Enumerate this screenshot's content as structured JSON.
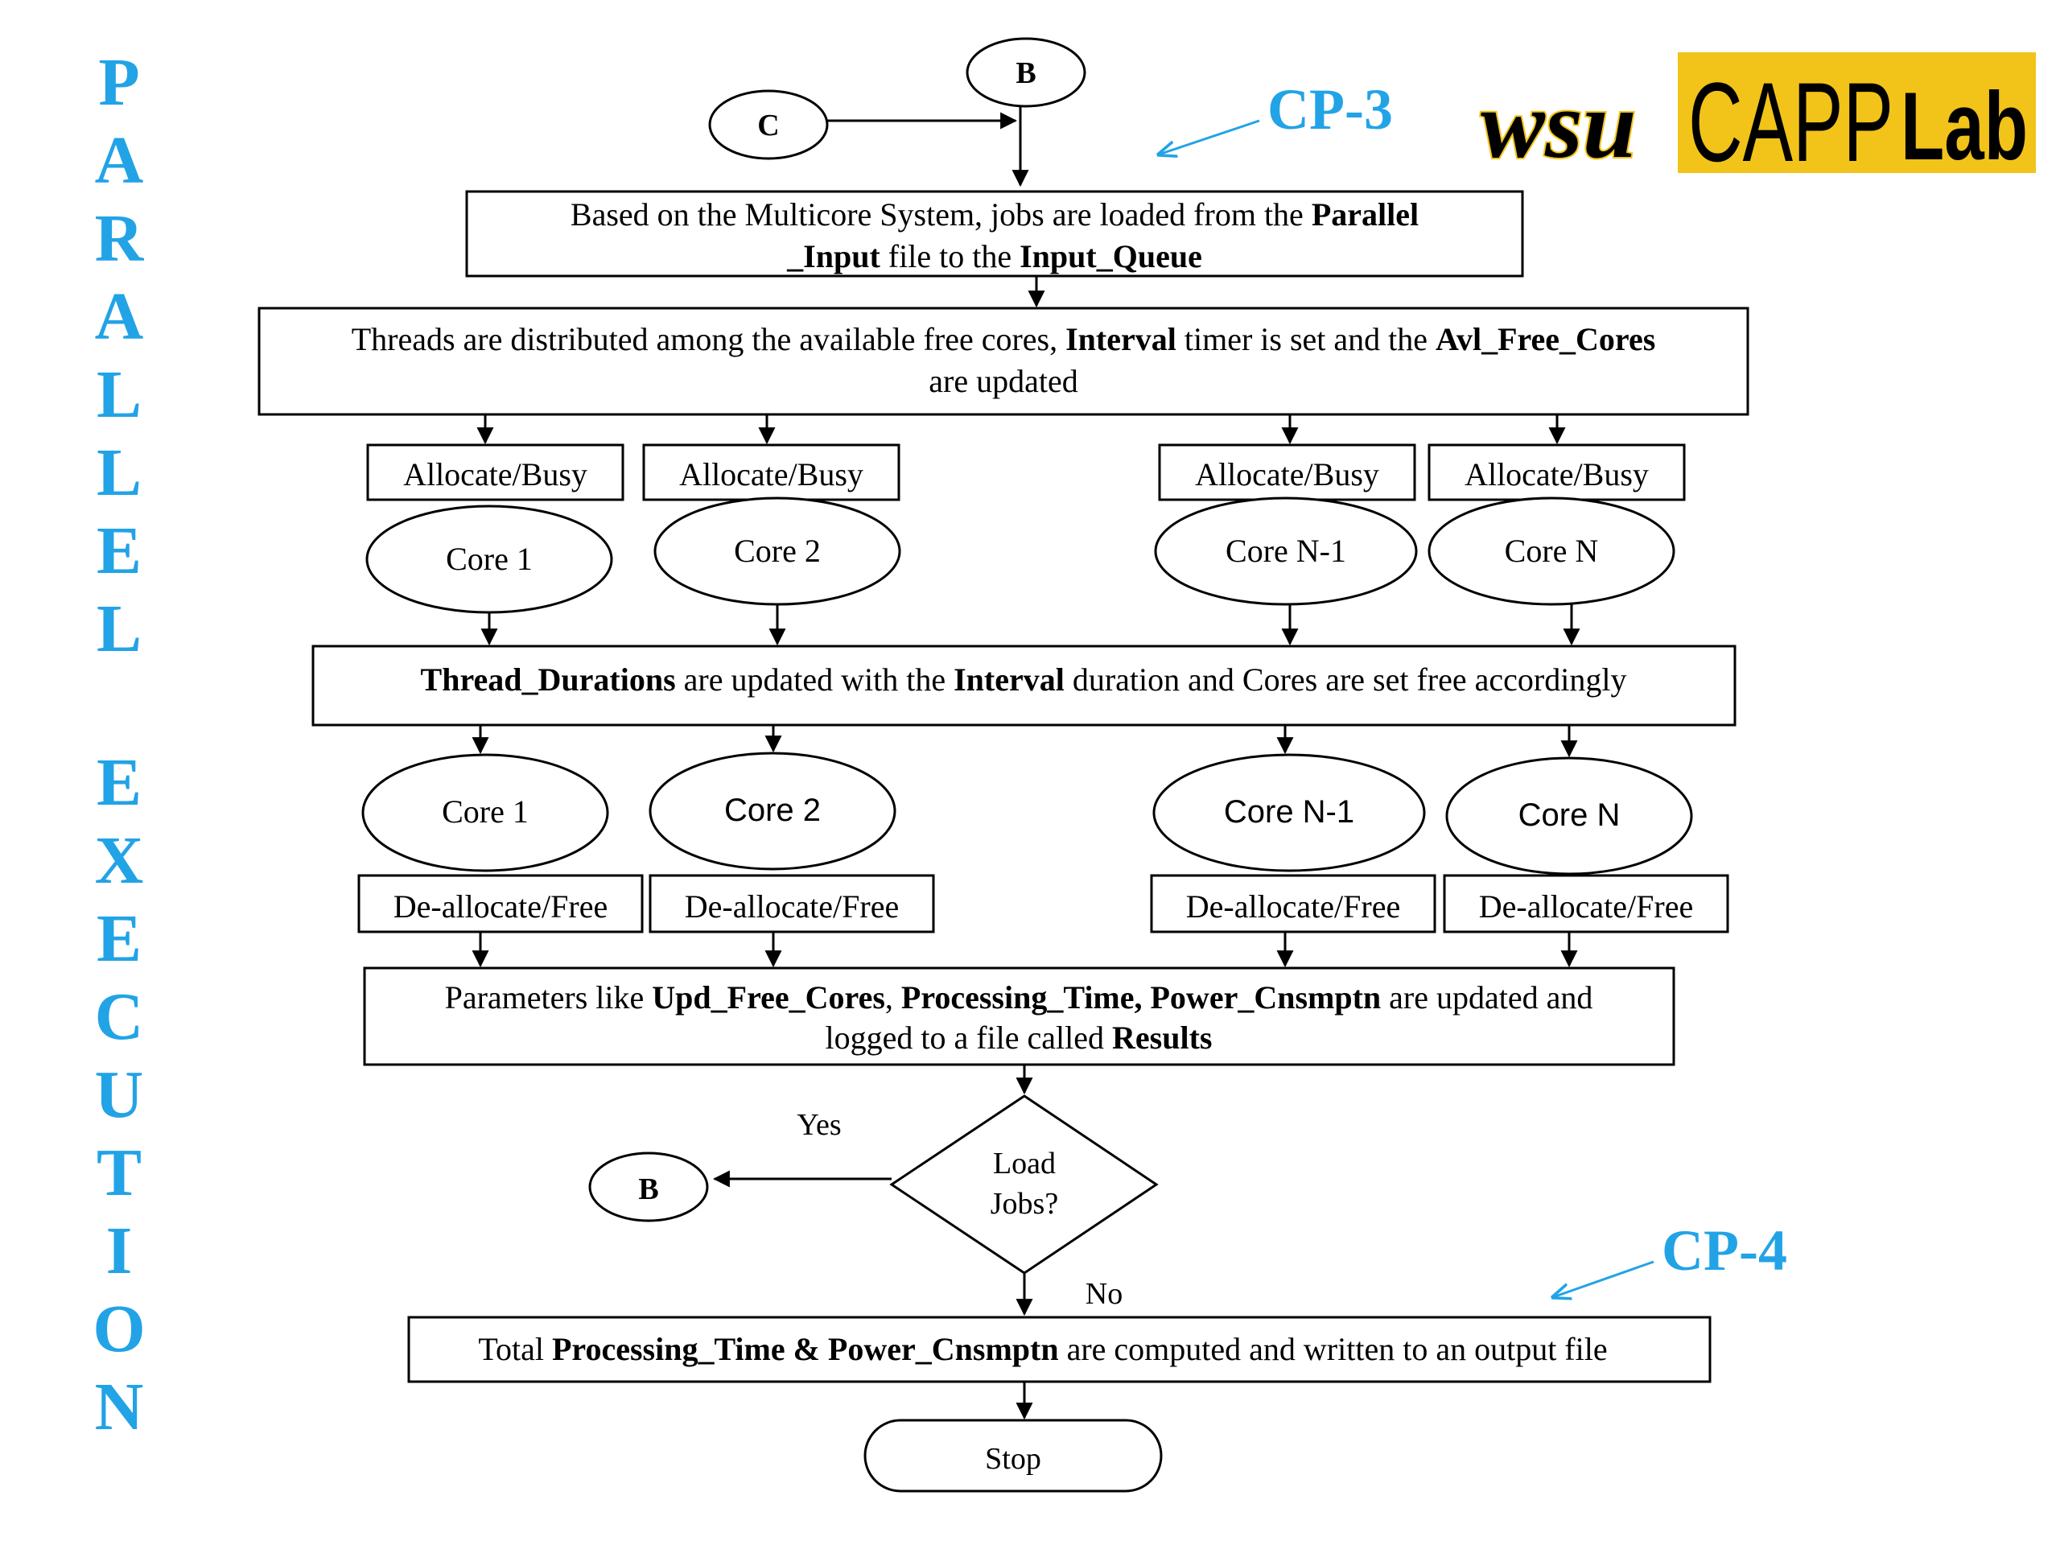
{
  "side_title": {
    "word1": [
      "P",
      "A",
      "R",
      "A",
      "L",
      "L",
      "E",
      "L"
    ],
    "word2": [
      "E",
      "X",
      "E",
      "C",
      "U",
      "T",
      "I",
      "O",
      "N"
    ]
  },
  "logo": {
    "wsu": "wsu",
    "capp": "CAPP",
    "lab": "Lab",
    "accent": "#f2c319"
  },
  "checkpoints": {
    "cp3": "CP-3",
    "cp4": "CP-4",
    "color": "#22a3e6"
  },
  "connectors": {
    "b": "B",
    "c": "C",
    "b2": "B"
  },
  "boxes": {
    "load": {
      "line1": [
        {
          "t": "Based on the  Multicore System,  jobs are loaded from the ",
          "b": false
        },
        {
          "t": "Parallel",
          "b": true
        }
      ],
      "line2": [
        {
          "t": "_Input",
          "b": true
        },
        {
          "t": " file to the ",
          "b": false
        },
        {
          "t": "Input_Queue",
          "b": true
        }
      ]
    },
    "distribute": {
      "line1": [
        {
          "t": "Threads are distributed among the available free cores, ",
          "b": false
        },
        {
          "t": "Interval",
          "b": true
        },
        {
          "t": " timer is set and  the ",
          "b": false
        },
        {
          "t": "Avl_Free_Cores",
          "b": true
        }
      ],
      "line2": [
        {
          "t": "are updated",
          "b": false
        }
      ]
    },
    "durations": {
      "line1": [
        {
          "t": "Thread_Durations",
          "b": true
        },
        {
          "t": " are updated  with the ",
          "b": false
        },
        {
          "t": "Interval",
          "b": true
        },
        {
          "t": " duration and  Cores  are set free accordingly",
          "b": false
        }
      ]
    },
    "params": {
      "line1": [
        {
          "t": "Parameters like ",
          "b": false
        },
        {
          "t": "Upd_Free_Cores",
          "b": true
        },
        {
          "t": ", ",
          "b": false
        },
        {
          "t": "Processing_Time, Power_Cnsmptn",
          "b": true
        },
        {
          "t": " are updated and",
          "b": false
        }
      ],
      "line2": [
        {
          "t": "logged  to a file called ",
          "b": false
        },
        {
          "t": "Results",
          "b": true
        }
      ]
    },
    "total": {
      "line1": [
        {
          "t": "Total ",
          "b": false
        },
        {
          "t": "Processing_Time & Power_Cnsmptn",
          "b": true
        },
        {
          "t": " are computed and  written to an output file",
          "b": false
        }
      ]
    }
  },
  "allocate_labels": [
    "Allocate/Busy",
    "Allocate/Busy",
    "Allocate/Busy",
    "Allocate/Busy"
  ],
  "cores_top": [
    "Core 1",
    "Core 2",
    "Core N-1",
    "Core N"
  ],
  "cores_bottom": [
    "Core 1",
    "Core 2",
    "Core N-1",
    "Core N"
  ],
  "deallocate_labels": [
    "De-allocate/Free",
    "De-allocate/Free",
    "De-allocate/Free",
    "De-allocate/Free"
  ],
  "decision": {
    "line1": "Load",
    "line2": "Jobs?",
    "yes": "Yes",
    "no": "No"
  },
  "terminal": {
    "stop": "Stop"
  }
}
